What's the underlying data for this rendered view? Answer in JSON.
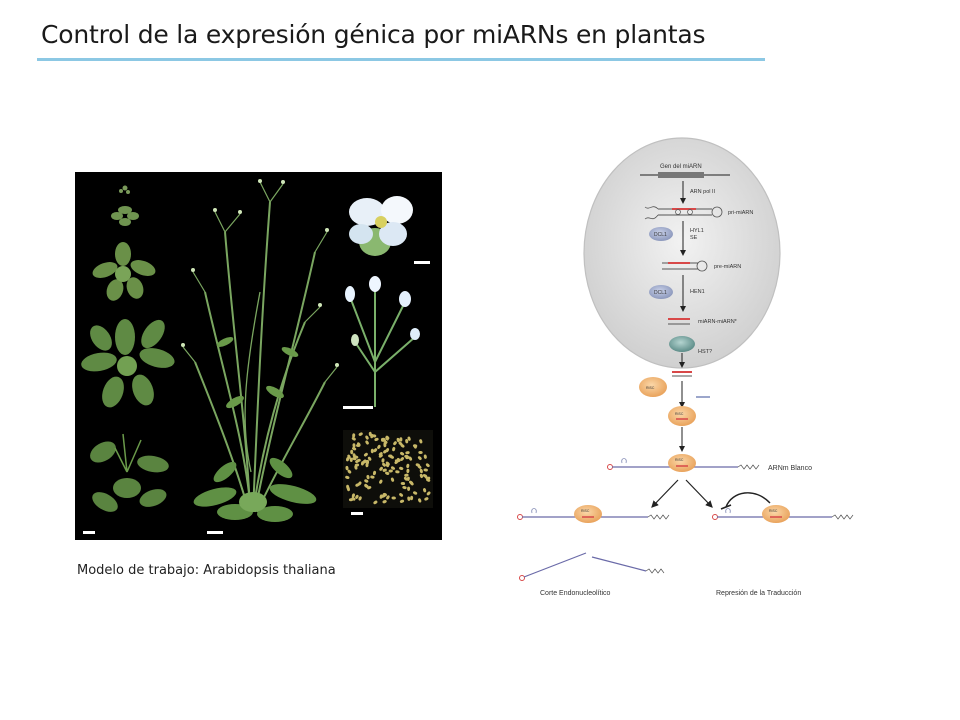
{
  "slide": {
    "title": "Control de la expresión génica por miARNs en plantas",
    "caption": "Modelo de trabajo: Arabidopsis thaliana",
    "accent_color": "#8cc8e4"
  },
  "diagram": {
    "gene_label": "Gen del miARN",
    "pol_label": "ARN pol II",
    "pri_label": "pri-miARN",
    "dcl1_label_1": "DCL1",
    "hyl1_label": "HYL1",
    "se_label": "SE",
    "pre_label": "pre-miARN",
    "dcl1_label_2": "DCL1",
    "hen1_label": "HEN1",
    "duplex_label": "miARN-miARN*",
    "hst_label": "HST?",
    "risc_label": "RISC",
    "mrna_label": "ARNm Blanco",
    "cleavage_label": "Corte Endonucleolítico",
    "repression_label": "Represión de la Traducción",
    "colors": {
      "nucleus": "#dcdcdc",
      "dcl1": "#9aa6c8",
      "hst": "#6a9a98",
      "risc": "#f0b070",
      "mrna": "#6a6aa8",
      "mirna": "#d84848"
    }
  }
}
